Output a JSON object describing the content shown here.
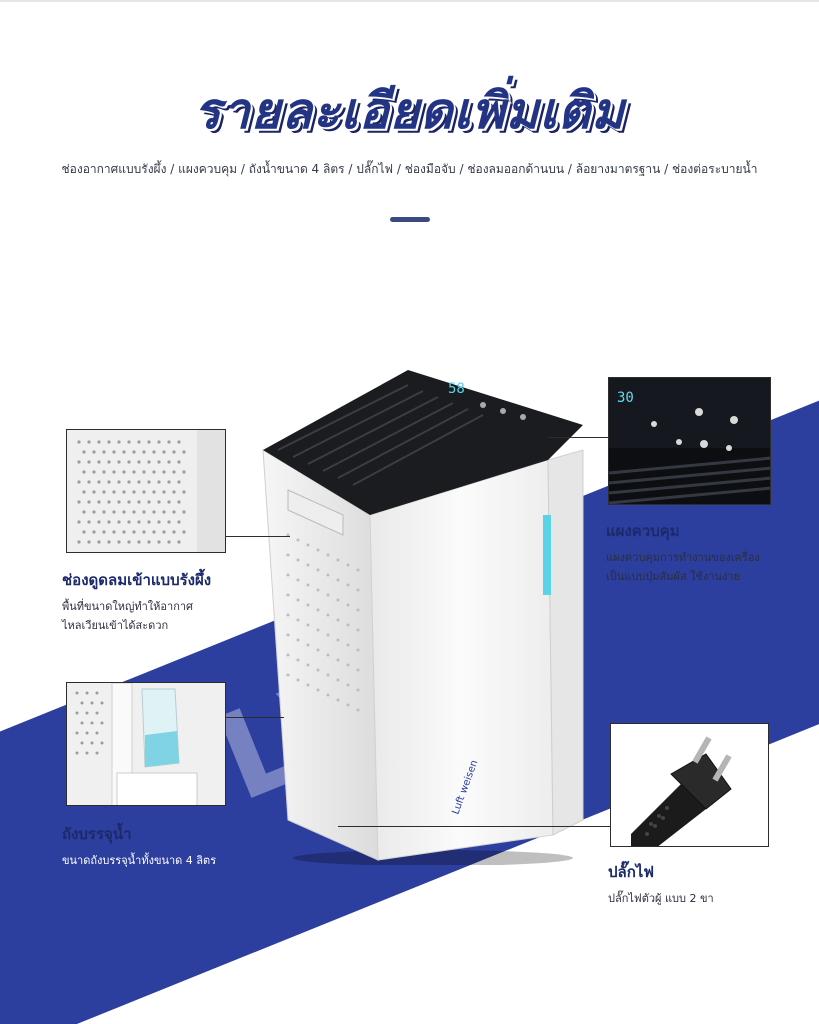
{
  "header": {
    "title": "รายละเอียดเพิ่มเติม",
    "subtitle": "ช่องอากาศแบบรังผึ้ง / แผงควบคุม / ถังน้ำขนาด 4 ลิตร / ปลั๊กไฟ / ช่องมือจับ / ช่องลมออกด้านบน / ล้อยางมาตรฐาน / ช่องต่อระบายน้ำ"
  },
  "product": {
    "brand_line1": "Luft",
    "brand_line2": "weisen",
    "display_value": "58",
    "watermark": "LV-S"
  },
  "colors": {
    "brand_navy": "#243485",
    "band_blue": "#2c3e9e",
    "accent_cyan": "#5ad2e8"
  },
  "features": {
    "intake": {
      "title": "ช่องดูดลมเข้าแบบรังผึ้ง",
      "desc_line1": "พื้นที่ขนาดใหญ่ทำให้อากาศ",
      "desc_line2": "ไหลเวียนเข้าได้สะดวก"
    },
    "tank": {
      "title": "ถังบรรจุน้ำ",
      "desc": "ขนาดถังบรรจุน้ำทั้งขนาด 4 ลิตร"
    },
    "panel": {
      "title": "แผงควบคุม",
      "desc_line1": "แผงควบคุมการทำงานของเครื่อง",
      "desc_line2": "เป็นแบบปุ่มสัมผัส ใช้งานง่าย"
    },
    "plug": {
      "title": "ปลั๊กไฟ",
      "desc": "ปลั๊กไฟตัวผู้ แบบ 2 ขา"
    }
  }
}
